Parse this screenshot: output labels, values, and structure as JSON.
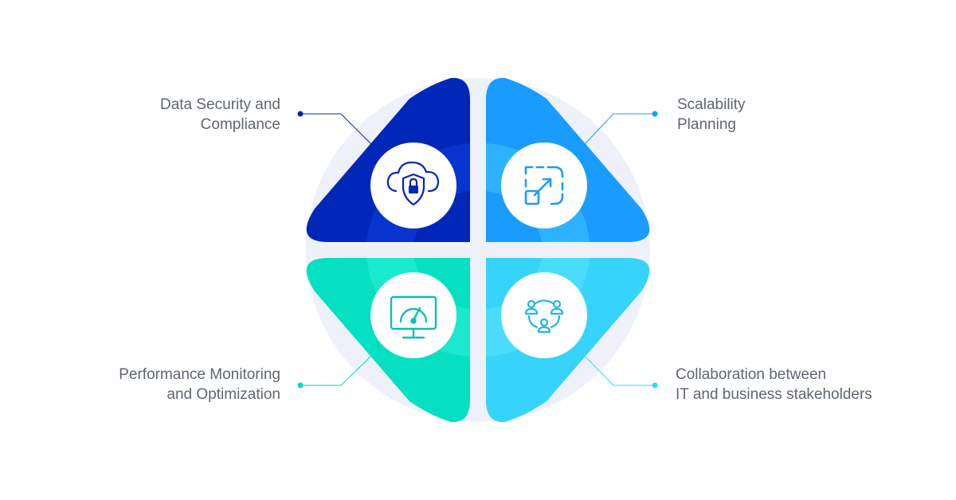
{
  "items": [
    {
      "position": "top-left",
      "line1": "Data Security and",
      "line2": "Compliance",
      "icon": "cloud-shield-lock-icon",
      "color": "#0027b8"
    },
    {
      "position": "top-right",
      "line1": "Scalability",
      "line2": "Planning",
      "icon": "resize-arrow-icon",
      "color": "#1a9cff"
    },
    {
      "position": "bottom-left",
      "line1": "Performance Monitoring",
      "line2": "and Optimization",
      "icon": "monitor-gauge-icon",
      "color": "#06e0c2"
    },
    {
      "position": "bottom-right",
      "line1": "Collaboration between",
      "line2": "IT and business stakeholders",
      "icon": "people-network-icon",
      "color": "#36d3fb"
    }
  ],
  "colors": {
    "background_ring": "#eef0fa",
    "label_text": "#5f6670",
    "top_left": "#0027b8",
    "top_right": "#1a9cff",
    "bottom_left": "#06e0c2",
    "bottom_right": "#36d3fb"
  }
}
